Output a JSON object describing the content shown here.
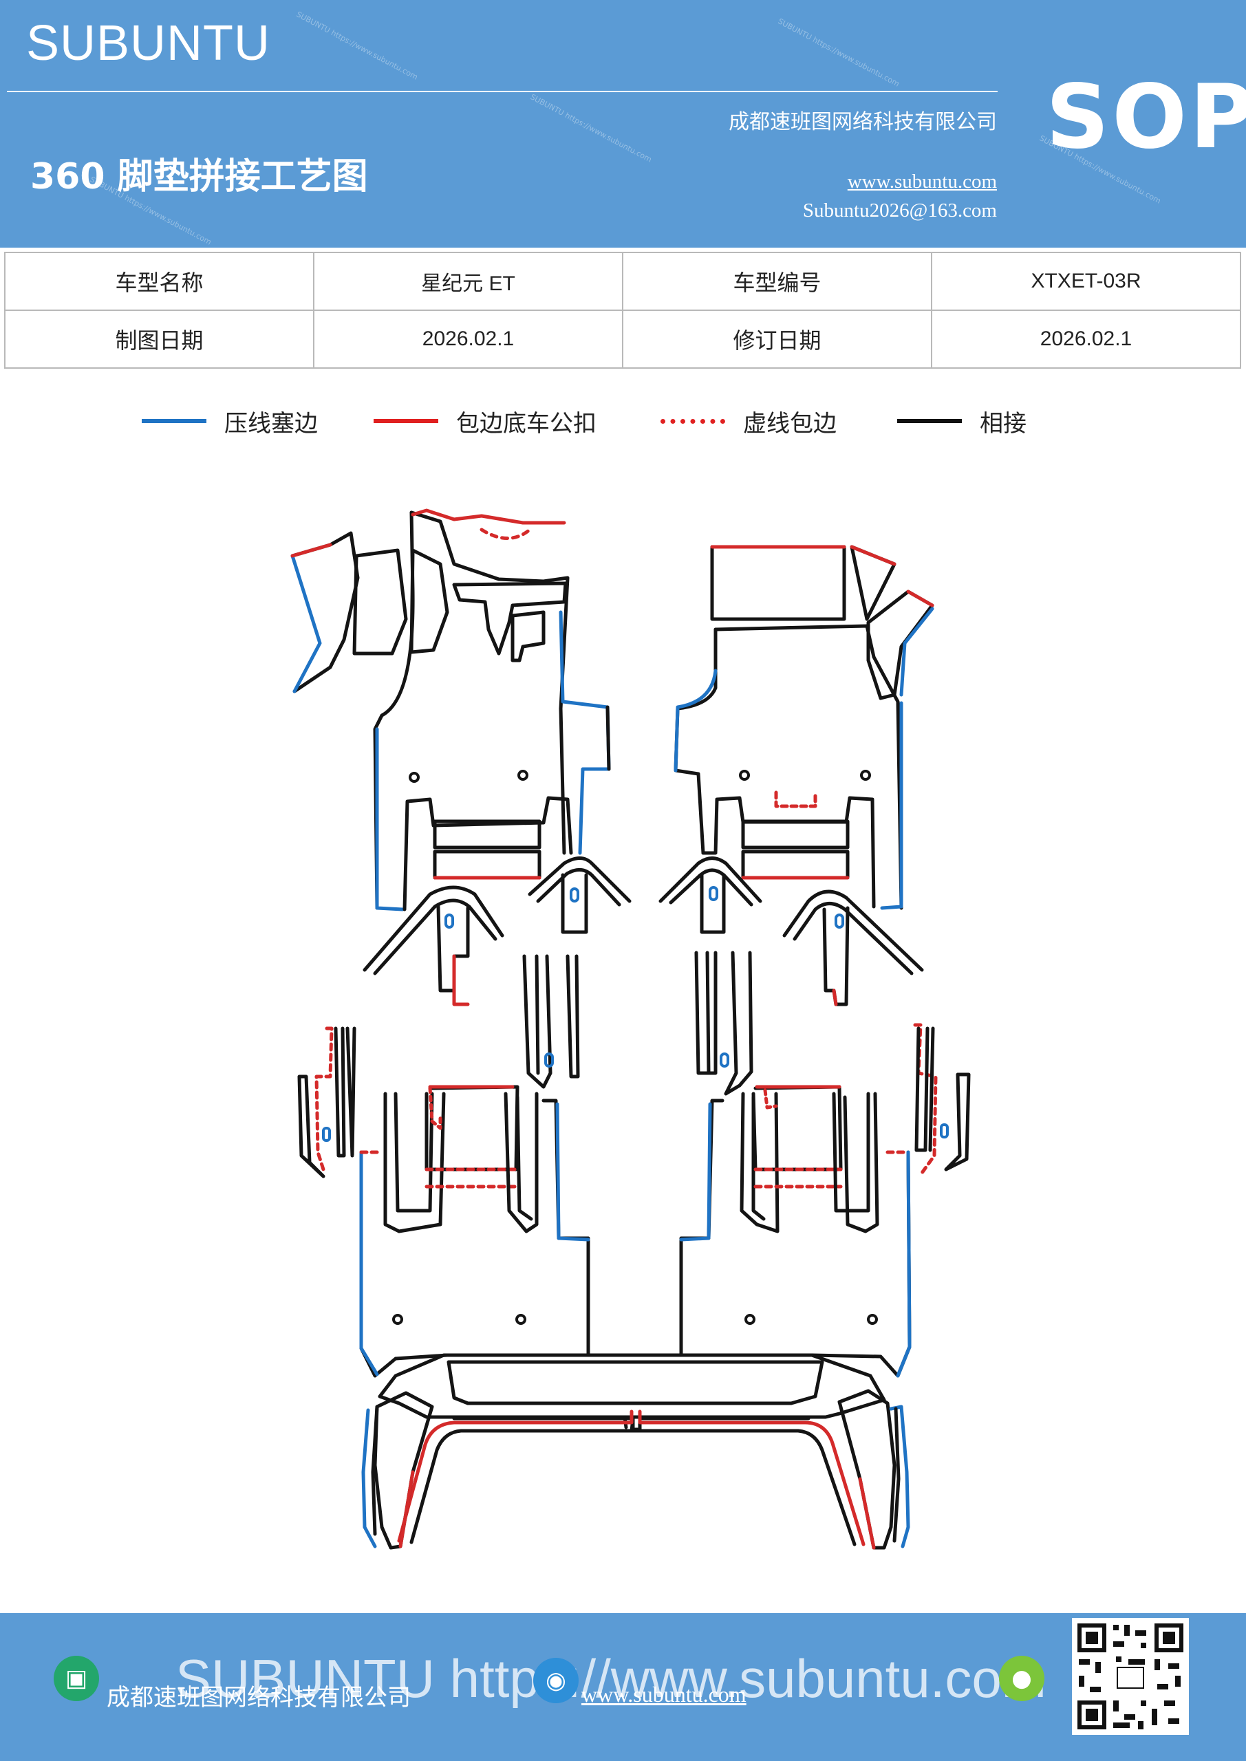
{
  "header": {
    "brand": "SUBUNTU",
    "title": "360 脚垫拼接工艺图",
    "company": "成都速班图网络科技有限公司",
    "website": "www.subuntu.com",
    "email": "Subuntu2026@163.com",
    "badge": "SOP"
  },
  "info_table": {
    "rows": [
      [
        "车型名称",
        "星纪元  ET",
        "车型编号",
        "XTXET-03R"
      ],
      [
        "制图日期",
        "2026.02.1",
        "修订日期",
        "2026.02.1"
      ]
    ]
  },
  "legend": [
    {
      "label": "压线塞边",
      "color": "#1f73c4",
      "style": "solid"
    },
    {
      "label": "包边底车公扣",
      "color": "#e02020",
      "style": "solid"
    },
    {
      "label": "虚线包边",
      "color": "#e02020",
      "style": "dotted"
    },
    {
      "label": "相接",
      "color": "#111111",
      "style": "solid"
    }
  ],
  "colors": {
    "blue": "#1f73c4",
    "red": "#d42a2a",
    "black": "#141414",
    "brand": "#5b9bd5"
  },
  "footer": {
    "watermark": "SUBUNTU https://www.subuntu.com",
    "company": "成都速班图网络科技有限公司",
    "website": "www.subuntu.com",
    "icons": [
      "building-icon",
      "globe-icon",
      "wechat-icon",
      "qr-code"
    ]
  }
}
